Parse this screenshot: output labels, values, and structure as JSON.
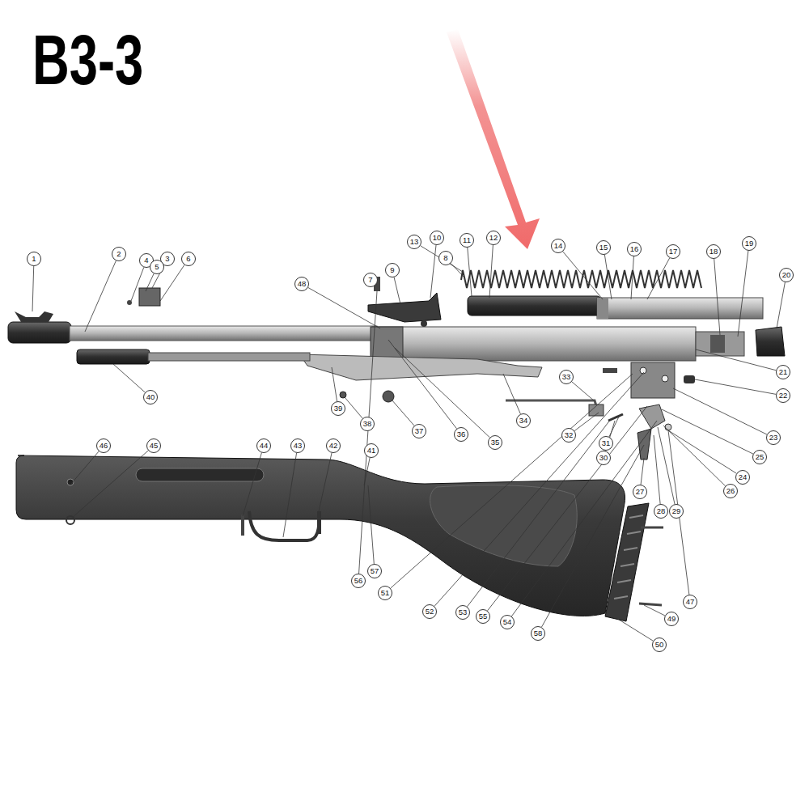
{
  "diagram": {
    "title": "B3-3",
    "labels": [
      "1",
      "2",
      "3",
      "4",
      "5",
      "6",
      "7",
      "8",
      "9",
      "10",
      "11",
      "12",
      "13",
      "14",
      "15",
      "16",
      "17",
      "18",
      "19",
      "20",
      "21",
      "22",
      "23",
      "24",
      "25",
      "26",
      "27",
      "28",
      "29",
      "30",
      "31",
      "32",
      "33",
      "34",
      "35",
      "36",
      "37",
      "38",
      "39",
      "40",
      "41",
      "42",
      "43",
      "44",
      "45",
      "46",
      "47",
      "48",
      "49",
      "50",
      "51",
      "52",
      "53",
      "54",
      "55",
      "56",
      "57",
      "58"
    ]
  }
}
